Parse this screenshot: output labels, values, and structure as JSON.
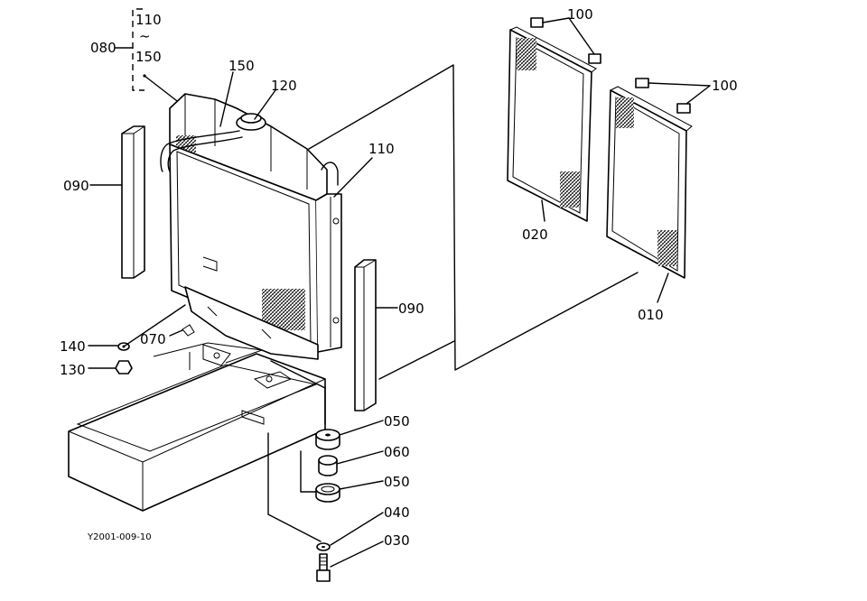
{
  "drawing_ref": "Y2001-009-10",
  "group_bracket": {
    "number": "080",
    "range_top": "110",
    "range_sep": "~",
    "range_bottom": "150"
  },
  "part_labels": {
    "p010": "010",
    "p020": "020",
    "p030": "030",
    "p040": "040",
    "p050a": "050",
    "p050b": "050",
    "p060": "060",
    "p070": "070",
    "p090a": "090",
    "p090b": "090",
    "p100a": "100",
    "p100b": "100",
    "p110": "110",
    "p120": "120",
    "p130": "130",
    "p140": "140",
    "p150": "150"
  }
}
